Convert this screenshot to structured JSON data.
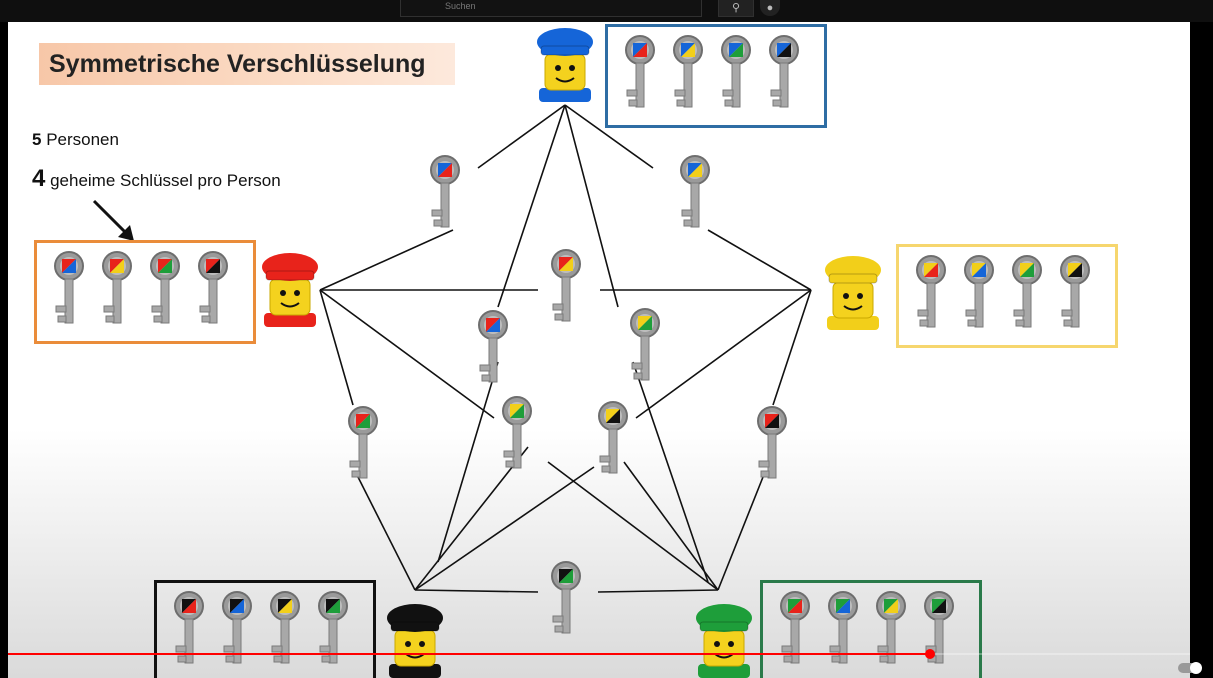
{
  "player": {
    "search_placeholder": "Suchen",
    "search_icon": "search-icon",
    "mic_icon": "microphone-icon",
    "progress_fraction": 0.78
  },
  "slide": {
    "title": "Symmetrische Verschlüsselung",
    "persons_count": "5",
    "persons_label": " Personen",
    "keys_count": "4",
    "keys_label": " geheime Schlüssel pro Person"
  },
  "colors": {
    "blue": "#1565d8",
    "red": "#e8231b",
    "yellow": "#f2cf1a",
    "black": "#111111",
    "green": "#1e9e3a",
    "box_blue": "#2e6da4",
    "box_orange": "#ea8c3a",
    "box_yellow": "#f6d66e",
    "box_black": "#111111",
    "box_green": "#2a7a4a"
  },
  "persons": [
    {
      "id": "blue",
      "keys": [
        [
          "blue",
          "red"
        ],
        [
          "blue",
          "yellow"
        ],
        [
          "blue",
          "green"
        ],
        [
          "blue",
          "black"
        ]
      ]
    },
    {
      "id": "red",
      "keys": [
        [
          "red",
          "blue"
        ],
        [
          "red",
          "yellow"
        ],
        [
          "red",
          "green"
        ],
        [
          "red",
          "black"
        ]
      ]
    },
    {
      "id": "yellow",
      "keys": [
        [
          "yellow",
          "red"
        ],
        [
          "yellow",
          "blue"
        ],
        [
          "yellow",
          "green"
        ],
        [
          "yellow",
          "black"
        ]
      ]
    },
    {
      "id": "black",
      "keys": [
        [
          "black",
          "red"
        ],
        [
          "black",
          "blue"
        ],
        [
          "black",
          "yellow"
        ],
        [
          "black",
          "green"
        ]
      ]
    },
    {
      "id": "green",
      "keys": [
        [
          "green",
          "red"
        ],
        [
          "green",
          "blue"
        ],
        [
          "green",
          "yellow"
        ],
        [
          "green",
          "black"
        ]
      ]
    }
  ],
  "shared_keys": [
    [
      "blue",
      "red"
    ],
    [
      "blue",
      "yellow"
    ],
    [
      "red",
      "yellow"
    ],
    [
      "red",
      "blue"
    ],
    [
      "yellow",
      "green"
    ],
    [
      "red",
      "black"
    ],
    [
      "red",
      "green"
    ],
    [
      "yellow",
      "black"
    ],
    [
      "yellow",
      "green"
    ],
    [
      "black",
      "green"
    ]
  ]
}
